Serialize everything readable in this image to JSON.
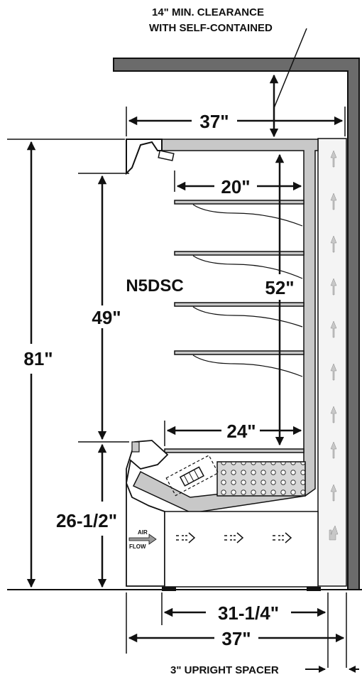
{
  "notes": {
    "clearance_line1": "14\" MIN. CLEARANCE",
    "clearance_line2": "WITH SELF-CONTAINED",
    "upright_spacer": "3\" UPRIGHT SPACER"
  },
  "model": "N5DSC",
  "dimensions": {
    "top_depth": "37\"",
    "shelf_depth": "20\"",
    "interior_height": "52\"",
    "display_height": "49\"",
    "overall_height": "81\"",
    "deck_depth": "24\"",
    "base_height": "26-1/2\"",
    "base_depth": "31-1/4\"",
    "bottom_depth": "37\""
  },
  "airflow": {
    "line1": "AIR",
    "line2": "FLOW"
  },
  "colors": {
    "wall": "#6b6b6b",
    "case_gray": "#c8c8c8",
    "ink": "#111111"
  }
}
